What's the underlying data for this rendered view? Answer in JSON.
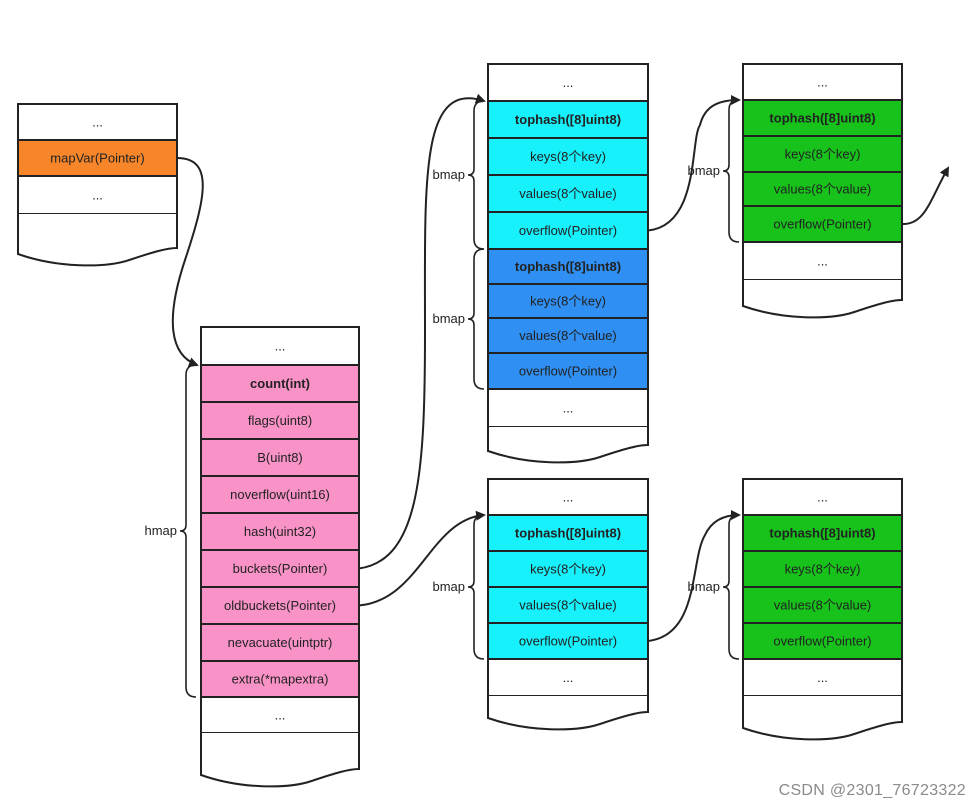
{
  "colors": {
    "orange": "#f7862a",
    "pink": "#f992c7",
    "cyan": "#17f1fb",
    "blue": "#2f8ff3",
    "green": "#17c21b",
    "white": "#ffffff",
    "stroke": "#222222"
  },
  "blocks": {
    "var": {
      "rows": [
        {
          "text": "...",
          "color": "white"
        },
        {
          "text": "mapVar(Pointer)",
          "color": "orange"
        },
        {
          "text": "...",
          "color": "white"
        }
      ]
    },
    "hmap": {
      "label": "hmap",
      "rows": [
        {
          "text": "...",
          "color": "white"
        },
        {
          "text": "count(int)",
          "color": "pink",
          "bold": true
        },
        {
          "text": "flags(uint8)",
          "color": "pink"
        },
        {
          "text": "B(uint8)",
          "color": "pink"
        },
        {
          "text": "noverflow(uint16)",
          "color": "pink"
        },
        {
          "text": "hash(uint32)",
          "color": "pink"
        },
        {
          "text": "buckets(Pointer)",
          "color": "pink"
        },
        {
          "text": "oldbuckets(Pointer)",
          "color": "pink"
        },
        {
          "text": "nevacuate(uintptr)",
          "color": "pink"
        },
        {
          "text": "extra(*mapextra)",
          "color": "pink"
        },
        {
          "text": "...",
          "color": "white"
        }
      ]
    },
    "buckets": {
      "label": "bmap",
      "label2": "bmap",
      "rows": [
        {
          "text": "...",
          "color": "white"
        },
        {
          "text": "tophash([8]uint8)",
          "color": "cyan",
          "bold": true
        },
        {
          "text": "keys(8个key)",
          "color": "cyan"
        },
        {
          "text": "values(8个value)",
          "color": "cyan"
        },
        {
          "text": "overflow(Pointer)",
          "color": "cyan"
        },
        {
          "text": "tophash([8]uint8)",
          "color": "blue",
          "bold": true
        },
        {
          "text": "keys(8个key)",
          "color": "blue"
        },
        {
          "text": "values(8个value)",
          "color": "blue"
        },
        {
          "text": "overflow(Pointer)",
          "color": "blue"
        },
        {
          "text": "...",
          "color": "white"
        }
      ]
    },
    "overflow_top": {
      "label": "bmap",
      "rows": [
        {
          "text": "...",
          "color": "white"
        },
        {
          "text": "tophash([8]uint8)",
          "color": "green",
          "bold": true
        },
        {
          "text": "keys(8个key)",
          "color": "green"
        },
        {
          "text": "values(8个value)",
          "color": "green"
        },
        {
          "text": "overflow(Pointer)",
          "color": "green"
        },
        {
          "text": "...",
          "color": "white"
        }
      ]
    },
    "oldbuckets": {
      "label": "bmap",
      "rows": [
        {
          "text": "...",
          "color": "white"
        },
        {
          "text": "tophash([8]uint8)",
          "color": "cyan",
          "bold": true
        },
        {
          "text": "keys(8个key)",
          "color": "cyan"
        },
        {
          "text": "values(8个value)",
          "color": "cyan"
        },
        {
          "text": "overflow(Pointer)",
          "color": "cyan"
        },
        {
          "text": "...",
          "color": "white"
        }
      ]
    },
    "overflow_bottom": {
      "label": "bmap",
      "rows": [
        {
          "text": "...",
          "color": "white"
        },
        {
          "text": "tophash([8]uint8)",
          "color": "green",
          "bold": true
        },
        {
          "text": "keys(8个key)",
          "color": "green"
        },
        {
          "text": "values(8个value)",
          "color": "green"
        },
        {
          "text": "overflow(Pointer)",
          "color": "green"
        },
        {
          "text": "...",
          "color": "white"
        }
      ]
    }
  },
  "watermark": "CSDN @2301_76723322"
}
